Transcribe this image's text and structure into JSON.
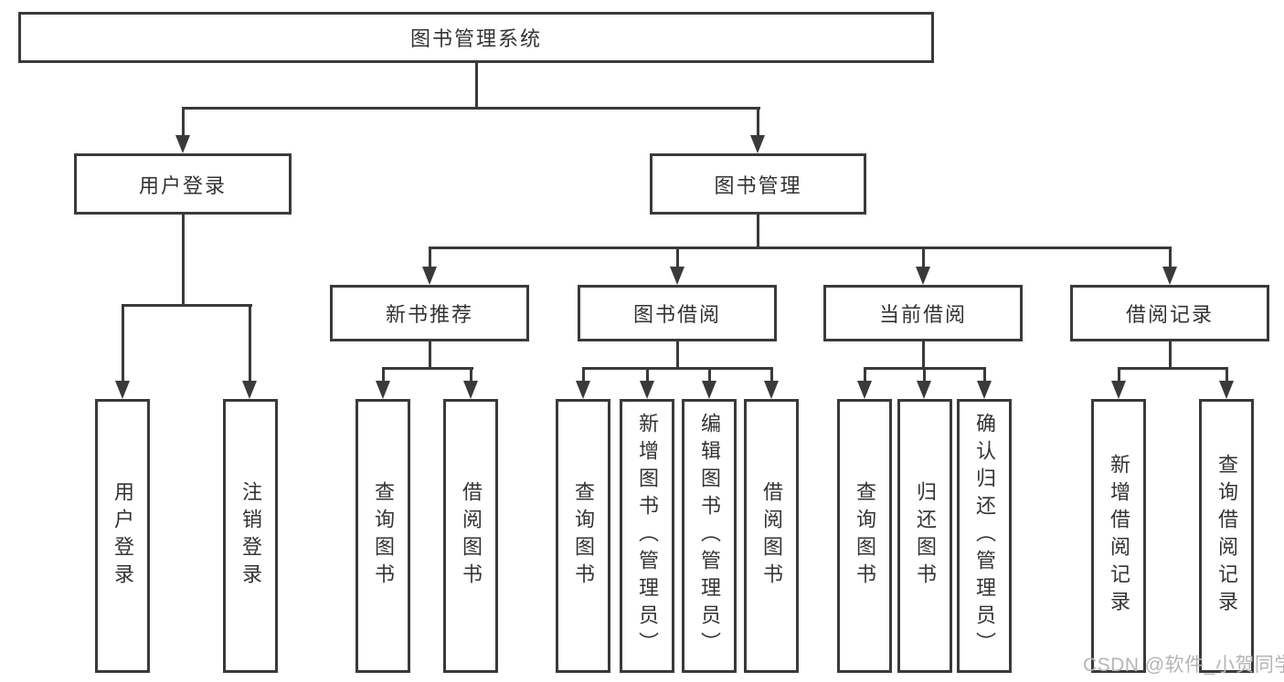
{
  "diagram_title": "图书管理系统",
  "colors": {
    "line": "#3a3a3a",
    "text": "#333333",
    "background": "#ffffff",
    "watermark": "#b5b5b5"
  },
  "tree": {
    "root": {
      "label": "图书管理系统",
      "children": [
        {
          "label": "用户登录",
          "children": [
            {
              "label": "用户登录"
            },
            {
              "label": "注销登录"
            }
          ]
        },
        {
          "label": "图书管理",
          "children": [
            {
              "label": "新书推荐",
              "children": [
                {
                  "label": "查询图书"
                },
                {
                  "label": "借阅图书"
                }
              ]
            },
            {
              "label": "图书借阅",
              "children": [
                {
                  "label": "查询图书"
                },
                {
                  "label": "新增图书（管理员）"
                },
                {
                  "label": "编辑图书（管理员）"
                },
                {
                  "label": "借阅图书"
                }
              ]
            },
            {
              "label": "当前借阅",
              "children": [
                {
                  "label": "查询图书"
                },
                {
                  "label": "归还图书"
                },
                {
                  "label": "确认归还（管理员）"
                }
              ]
            },
            {
              "label": "借阅记录",
              "children": [
                {
                  "label": "新增借阅记录"
                },
                {
                  "label": "查询借阅记录"
                }
              ]
            }
          ]
        }
      ]
    }
  },
  "watermark": {
    "text": "CSDN @软件_小贺同学"
  }
}
